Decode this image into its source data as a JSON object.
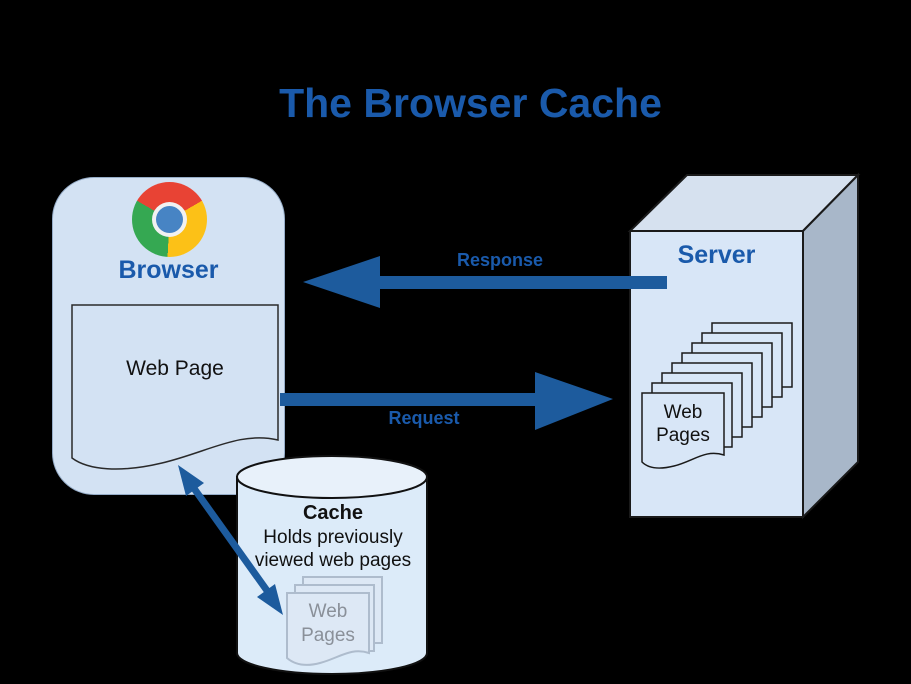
{
  "title": "The Browser Cache",
  "browser": {
    "label": "Browser",
    "webpage_label": "Web Page"
  },
  "server": {
    "label": "Server",
    "pages_label": "Web Pages"
  },
  "cache": {
    "label": "Cache",
    "description": "Holds previously viewed web pages",
    "pages_label": "Web Pages"
  },
  "arrows": {
    "response": "Response",
    "request": "Request"
  },
  "icons": {
    "browser": "chrome-icon"
  },
  "colors": {
    "background": "#000000",
    "heading_blue": "#1a5aab",
    "arrow_blue": "#1d5b9d",
    "shape_fill": "#d6e4f5",
    "shape_border": "#1a1a1a",
    "server_front": "#d8e6f7",
    "server_top": "#d6e1ef",
    "server_side": "#a8b7c9",
    "cylinder_fill": "#dcebf9",
    "cache_pages_fill": "#dde8f5",
    "cache_pages_border": "#aebccd",
    "cache_pages_text": "#8a9099",
    "chrome_red": "#e84334",
    "chrome_yellow": "#fcc117",
    "chrome_green": "#35a852",
    "chrome_blue": "#4784c4"
  }
}
